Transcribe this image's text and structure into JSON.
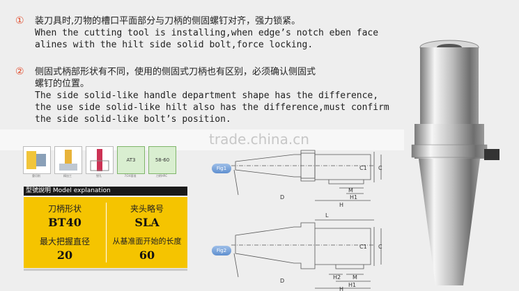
{
  "notes": [
    {
      "num": "①",
      "zh": "装刀具时,刃物的槽口平面部分与刀柄的侧固螺钉对齐，强力锁紧。",
      "en1": "When the cutting tool is installing,when edge’s notch eben face",
      "en2": "alines with the hilt side solid bolt,force locking."
    },
    {
      "num": "②",
      "zh1": "侧固式柄部形状有不同，使用的侧固式刀柄也有区别，必须确认侧固式",
      "zh2": "螺钉的位置。",
      "en1": "The side solid-like handle department shape has the difference,",
      "en2": "the use side solid-like hilt also has the difference,must confirm",
      "en3": "the side solid-like bolt’s position."
    }
  ],
  "watermark": "trade.china.cn",
  "tiles": [
    {
      "caption": "重切削"
    },
    {
      "caption": "精加工"
    },
    {
      "caption": "镗孔"
    },
    {
      "label": "AT3",
      "caption": "7/24基准"
    },
    {
      "label": "58-60",
      "caption": "刀柄HRC"
    }
  ],
  "model": {
    "header_zh": "型號說明",
    "header_en": "Model explanation",
    "shank_label": "刀柄形状",
    "shank_value": "BT40",
    "chuck_label": "夹头略号",
    "chuck_value": "SLA",
    "diameter_label": "最大把握直径",
    "diameter_value": "20",
    "length_label": "从基准面开始的长度",
    "length_value": "60"
  },
  "figures": {
    "fig1": "Fig1",
    "fig2": "Fig2",
    "dims1": {
      "C1": "C1",
      "C": "C",
      "D": "D",
      "M": "M",
      "H1": "H1",
      "H": "H"
    },
    "dims2": {
      "L": "L",
      "C1": "C1",
      "C": "C",
      "D": "D",
      "H2": "H2",
      "M": "M",
      "H1": "H1",
      "H": "H"
    }
  }
}
